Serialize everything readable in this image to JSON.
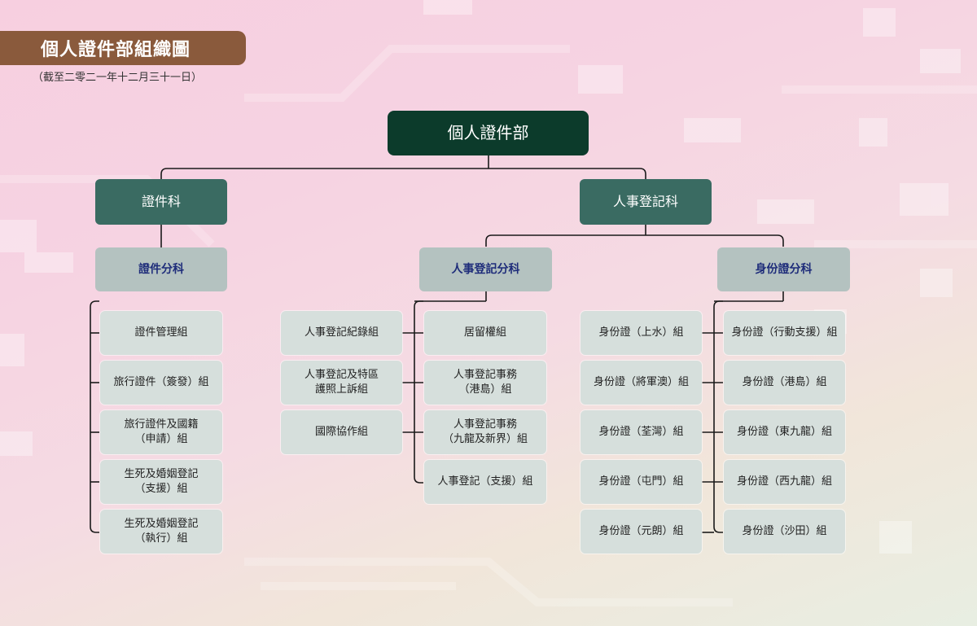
{
  "title": "個人證件部組織圖",
  "subtitle": "（截至二零二一年十二月三十一日）",
  "root": "個人證件部",
  "sections": {
    "left": "證件科",
    "right": "人事登記科"
  },
  "subsections": {
    "id_docs": "證件分科",
    "registration": "人事登記分科",
    "identity": "身份證分科"
  },
  "units": {
    "id_docs": [
      "證件管理組",
      "旅行證件（簽發）組",
      "旅行證件及國籍\n（申請）組",
      "生死及婚姻登記\n（支援）組",
      "生死及婚姻登記\n（執行）組"
    ],
    "registration_left": [
      "人事登記紀錄組",
      "人事登記及特區\n護照上訴組",
      "國際協作組"
    ],
    "registration_right": [
      "居留權組",
      "人事登記事務\n（港島）組",
      "人事登記事務\n（九龍及新界）組",
      "人事登記（支援）組"
    ],
    "identity_left": [
      "身份證（上水）組",
      "身份證（將軍澳）組",
      "身份證（荃灣）組",
      "身份證（屯門）組",
      "身份證（元朗）組"
    ],
    "identity_right": [
      "身份證（行動支援）組",
      "身份證（港島）組",
      "身份證（東九龍）組",
      "身份證（西九龍）組",
      "身份證（沙田）組"
    ]
  },
  "colors": {
    "root": "#0c3b2b",
    "section": "#3a6b62",
    "subsection": "#b4c2c0",
    "unit": "#d6dfdc",
    "title_bar": "#8a5a3c"
  }
}
